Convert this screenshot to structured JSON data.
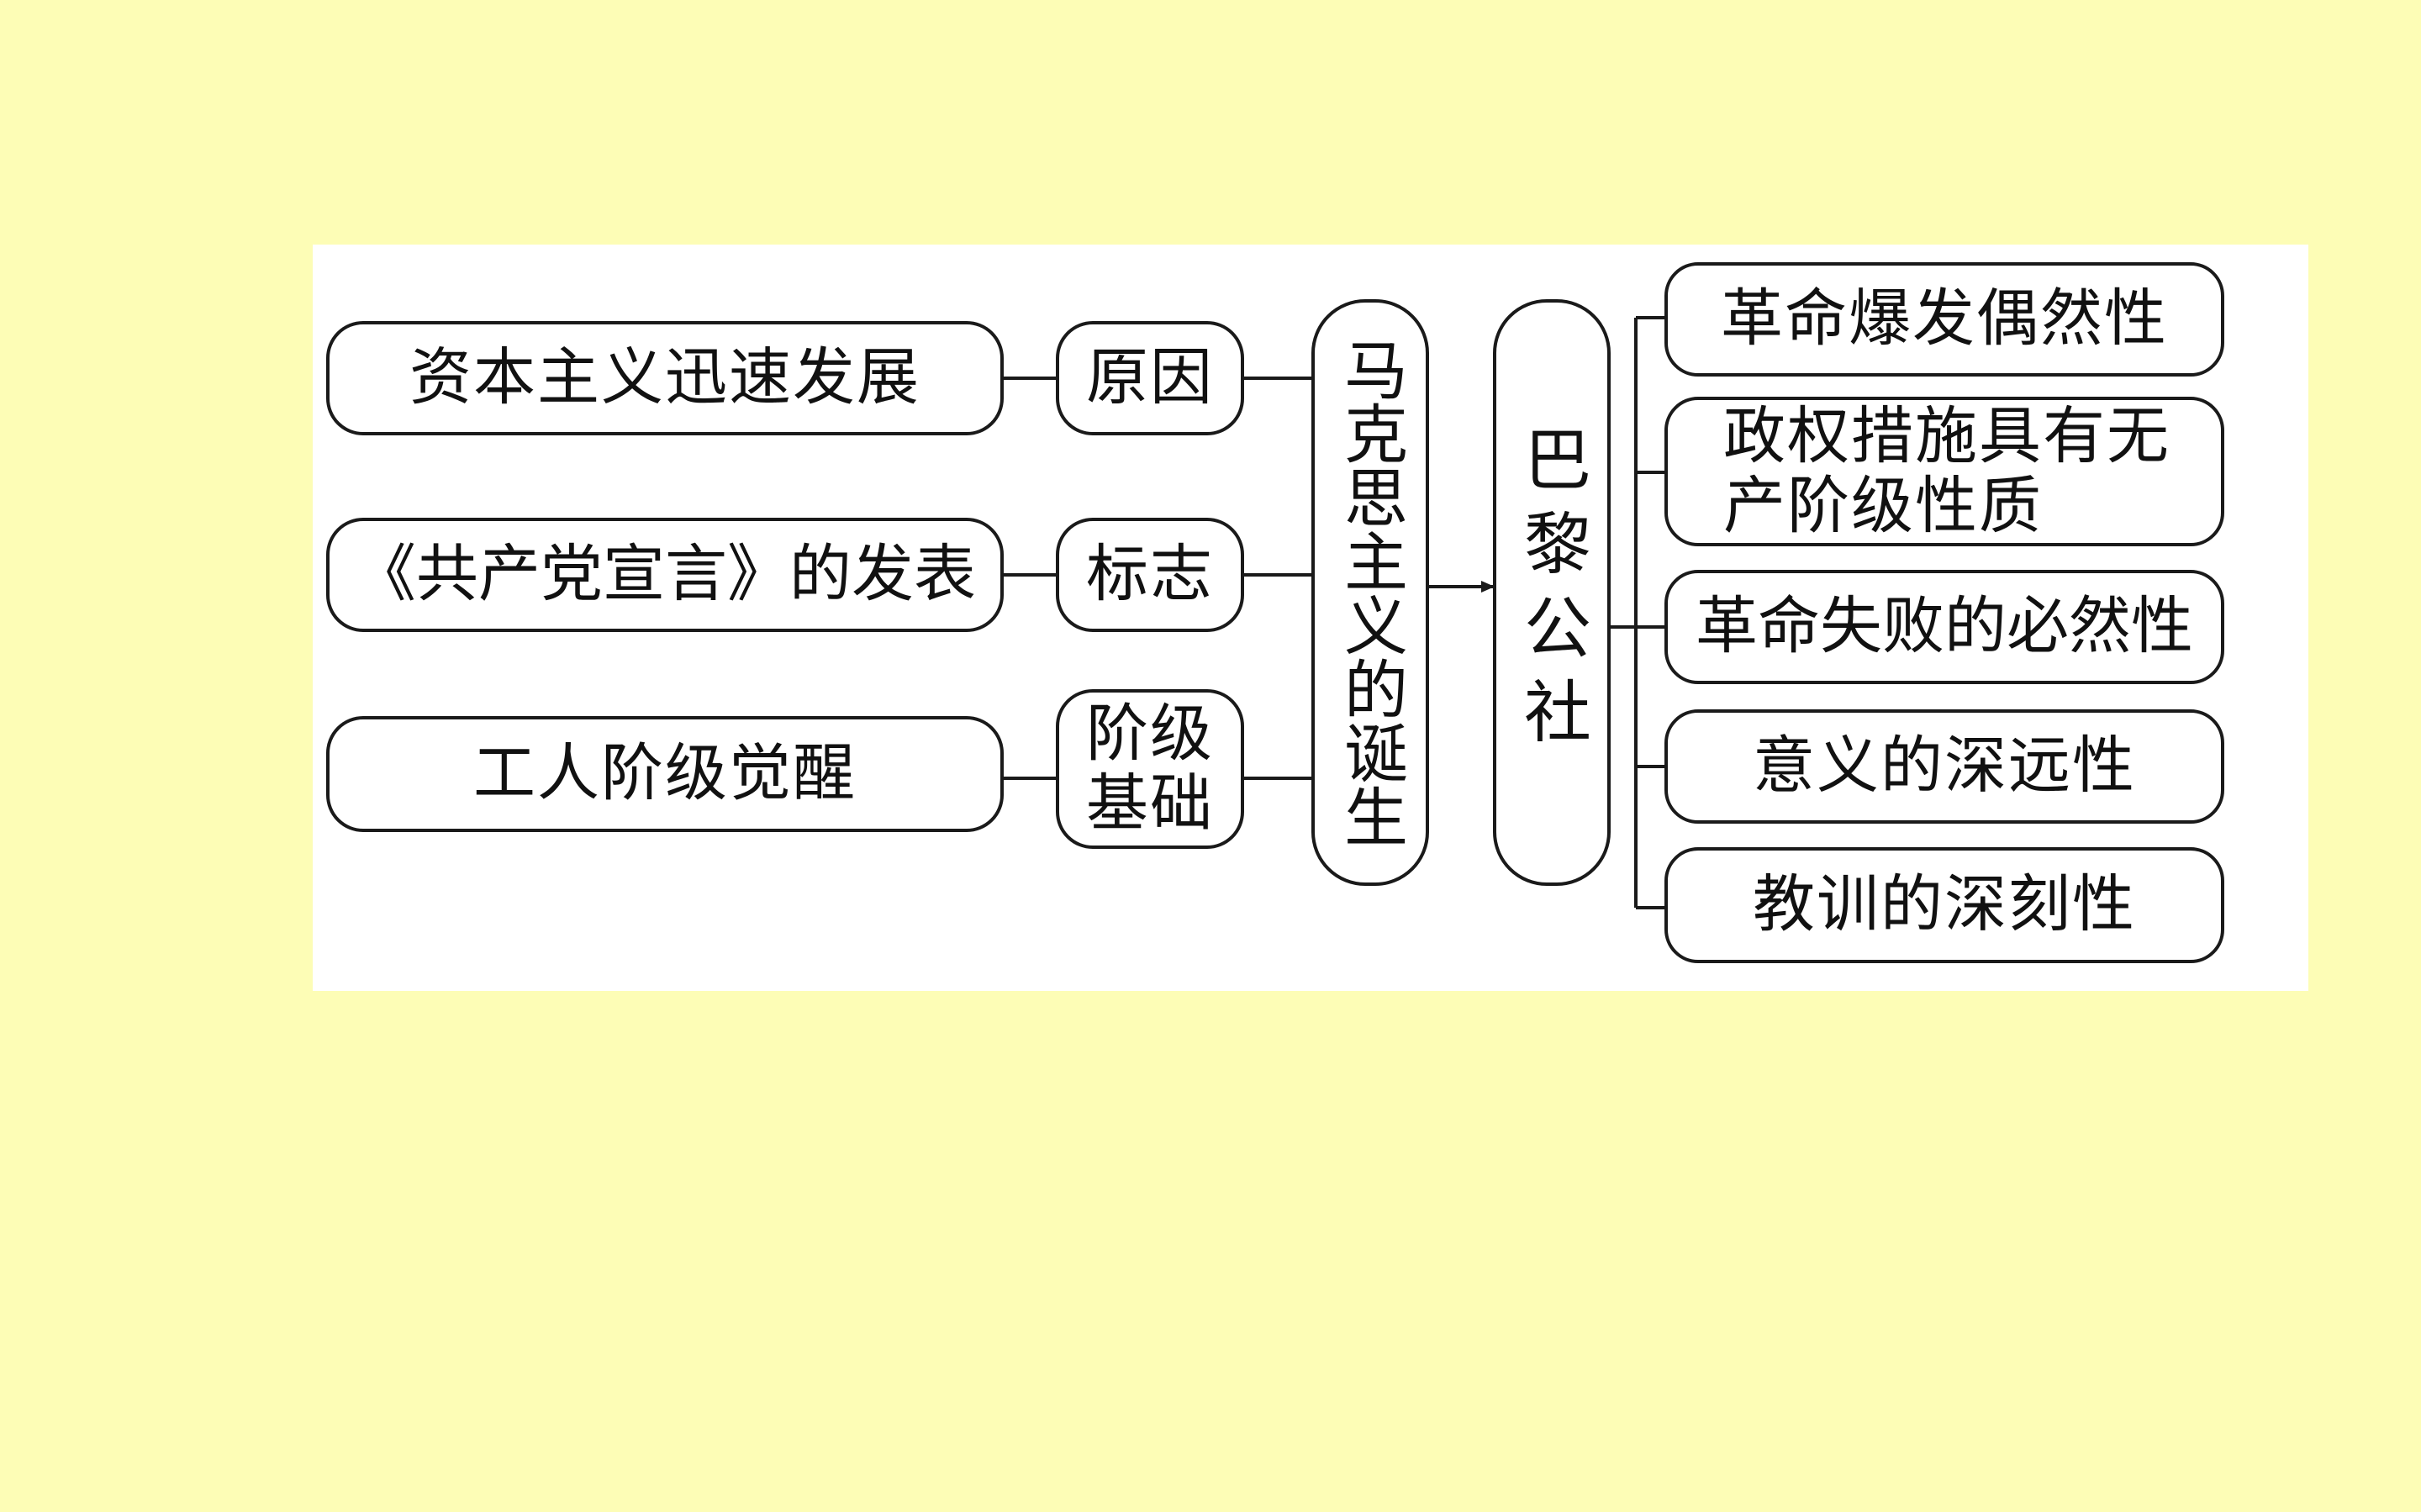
{
  "diagram": {
    "left_items": [
      "资本主义迅速发展",
      "《共产党宣言》的发表",
      "工人阶级觉醒"
    ],
    "relations": [
      "原因",
      "标志",
      "阶级\n基础"
    ],
    "center_left": "马克思主义的诞生",
    "center_right": "巴黎公社",
    "right_items": [
      "革命爆发偶然性",
      "政权措施具有无\n产阶级性质",
      "革命失败的必然性",
      "意义的深远性",
      "教训的深刻性"
    ]
  },
  "colors": {
    "background": "#fdfdb6",
    "panel": "#ffffff",
    "stroke": "#1a1a1a"
  }
}
